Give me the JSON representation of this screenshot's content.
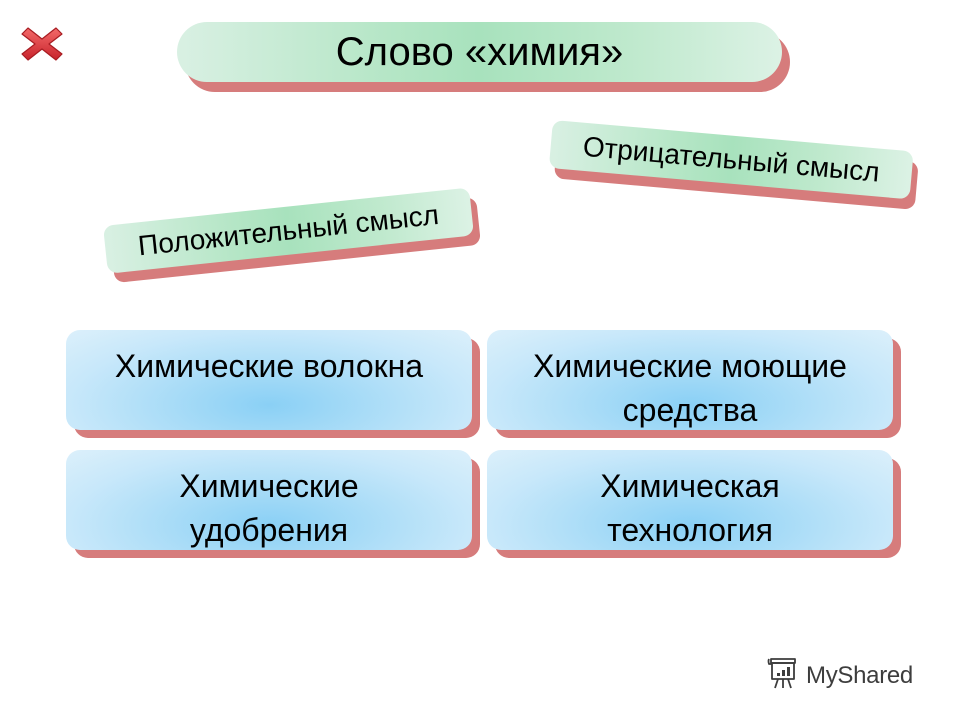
{
  "slide": {
    "title": "Слово «химия»",
    "negative_label": "Отрицательный смысл",
    "positive_label": "Положительный смысл",
    "cards": [
      {
        "line1": "Химические волокна",
        "line2": ""
      },
      {
        "line1": "Химические моющие",
        "line2": "средства"
      },
      {
        "line1": "Химические",
        "line2": "удобрения"
      },
      {
        "line1": "Химическая",
        "line2": "технология"
      }
    ]
  },
  "controls": {
    "close_icon": "close-icon"
  },
  "watermark": {
    "text": "MyShared",
    "icon": "presentation-board-icon"
  },
  "colors": {
    "pill_green": "#b5e6c6",
    "shadow_red": "#d67c7c",
    "card_blue": "#a9dcf7",
    "close_red": "#e0393f"
  }
}
